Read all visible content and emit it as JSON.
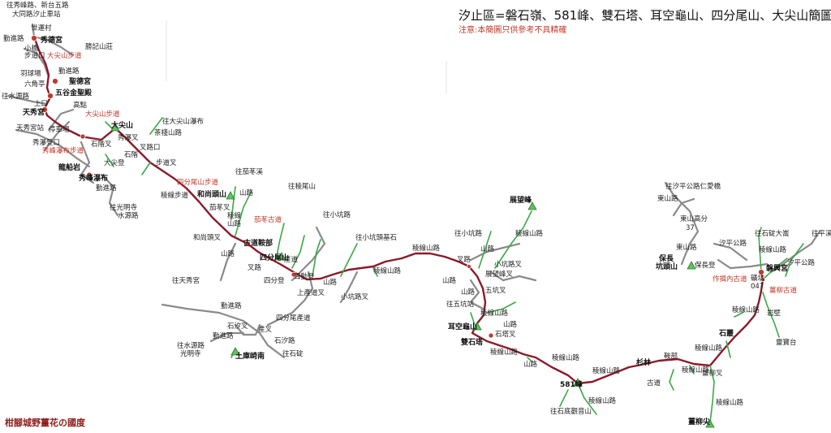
{
  "title": "汐止區=磐石嶺、581峰、雙石塔、耳空龜山、四分尾山、大尖山簡圖",
  "note": "注意:本簡圖只供參考不具精確",
  "credit": "柑腳城野薑花の國度",
  "labels": {
    "l1": "往秀峰路、新台五路",
    "l2": "大同路汐止車站",
    "l3": "世運村",
    "l4": "勤進路",
    "l5": "秀德宮",
    "l6": "勝記山莊",
    "l7": "小橋",
    "l8": "步道口",
    "l9": "大尖山步道",
    "l10": "羽球場",
    "l11": "勤進路",
    "l12": "六角亭",
    "l13": "聖德宮",
    "l14": "往水源路",
    "l15": "五谷金聖殿",
    "l16": "上口",
    "l17": "高點",
    "l18": "天秀宮",
    "l19": "大尖山步道",
    "l20": "大尖山",
    "l21": "往大尖山瀑布",
    "l22": "天秀宮站",
    "l23": "停車場",
    "l24": "秀瀑叉",
    "l25": "茶棧山路",
    "l26": "秀瀑登口",
    "l27": "秀峰瀑布步道",
    "l28": "叉路口",
    "l29": "石階叉",
    "l30": "石階",
    "l31": "龍船岩",
    "l32": "大尖登",
    "l33": "步道叉",
    "l34": "秀峰瀑布",
    "l35": "勤進路",
    "l36": "往光明寺",
    "l37": "水源路",
    "l38": "四分尾山步道",
    "l39": "往茄苳溪",
    "l40": "稜線步道",
    "l41": "和尚頭山",
    "l42": "山路",
    "l43": "茄苳叉",
    "l44": "稜線",
    "l45": "山路",
    "l46": "茄苳古道",
    "l47": "往稜尾山",
    "l48": "往小坑路",
    "l49": "和尚頭叉",
    "l50": "古道鞍部",
    "l51": "山路",
    "l52": "四分尾山",
    "l53": "叉路",
    "l54": "四分登",
    "l55": "耳動登",
    "l56": "產道",
    "l57": "上產道叉",
    "l58": "山路",
    "l59": "小坑路叉",
    "l60": "往小坑頭基石",
    "l61": "稜線山路",
    "l62": "往天秀宮",
    "l63": "勤進路",
    "l64": "四分尾產道",
    "l65": "石汐叉",
    "l66": "產叉",
    "l67": "勤進路",
    "l68": "往水源路",
    "l69": "光明寺",
    "l70": "石汐路",
    "l71": "土庫崎南",
    "l72": "往石碇",
    "l73": "稜線山路",
    "l74": "叉路",
    "l75": "展望峰",
    "l76": "往小坑路",
    "l77": "稜線山路",
    "l78": "山路",
    "l79": "小坑路叉",
    "l80": "展望峰叉",
    "l81": "山路",
    "l82": "五坑叉",
    "l83": "山路",
    "l84": "往五坑站",
    "l85": "稜線山路",
    "l86": "耳空龜山",
    "l87": "山路",
    "l88": "石塔叉",
    "l89": "雙石塔",
    "l90": "稜線山路",
    "l91": "稜線山路",
    "l92": "山路",
    "l93": "581峰",
    "l94": "稜線山路",
    "l95": "往石底觀音山",
    "l96": "稜線山路",
    "l97": "杉林",
    "l98": "鞍部",
    "l99": "古道",
    "l100": "薑柳叉",
    "l101": "稜線山路",
    "l102": "稜線山路",
    "l103": "薑柳尖",
    "l104": "往汐平公路仁愛橋",
    "l105": "東山路",
    "l106": "東山高分",
    "l107": "37",
    "l108": "東山路",
    "l109": "汐平公路",
    "l110": "保長",
    "l111": "坑頭山",
    "l112": "保長登",
    "l113": "往石碇大崙",
    "l114": "稜線山路",
    "l115": "往平溪",
    "l116": "汐平公路",
    "l117": "磐興宮",
    "l118": "作揖內古道",
    "l119": "礦坑",
    "l120": "047",
    "l121": "薑柳古道",
    "l122": "稜線山路",
    "l123": "岩壁",
    "l124": "石叢",
    "l125": "稜線山路",
    "l126": "靈寶台"
  }
}
